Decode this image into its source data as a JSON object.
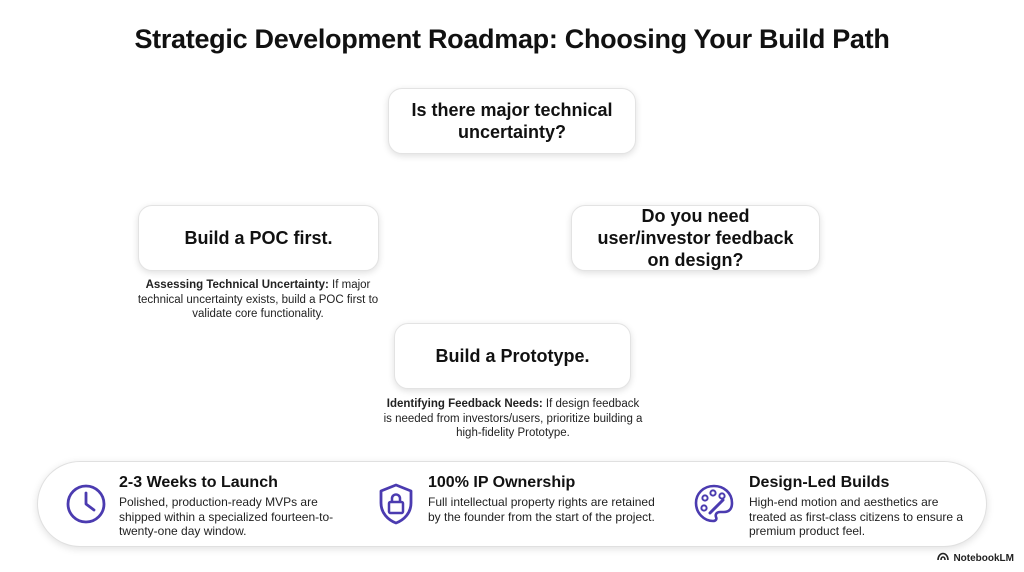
{
  "title": "Strategic Development Roadmap: Choosing Your Build Path",
  "nodes": {
    "q1": "Is there major technical uncertainty?",
    "poc": "Build a POC first.",
    "q2": "Do you need user/investor feedback on design?",
    "proto": "Build a Prototype."
  },
  "notes": {
    "poc": {
      "label": "Assessing Technical Uncertainty:",
      "text": " If major technical uncertainty exists, build a POC first to validate core functionality."
    },
    "proto": {
      "label": "Identifying Feedback Needs:",
      "text": " If design feedback is needed from investors/users, prioritize building a high-fidelity Prototype."
    }
  },
  "features": [
    {
      "title": "2-3 Weeks to Launch",
      "description": "Polished, production-ready MVPs are shipped within a specialized fourteen-to-twenty-one day window.",
      "icon": "clock-icon"
    },
    {
      "title": "100% IP Ownership",
      "description": "Full intellectual property rights are retained by the founder from the start of the project.",
      "icon": "shield-lock-icon"
    },
    {
      "title": "Design-Led Builds",
      "description": "High-end motion and aesthetics are treated as first-class citizens to ensure a premium product feel.",
      "icon": "palette-icon"
    }
  ],
  "brand": "NotebookLM",
  "colors": {
    "accent": "#4b3bb0",
    "text": "#111111",
    "border": "#e3e3e3"
  }
}
